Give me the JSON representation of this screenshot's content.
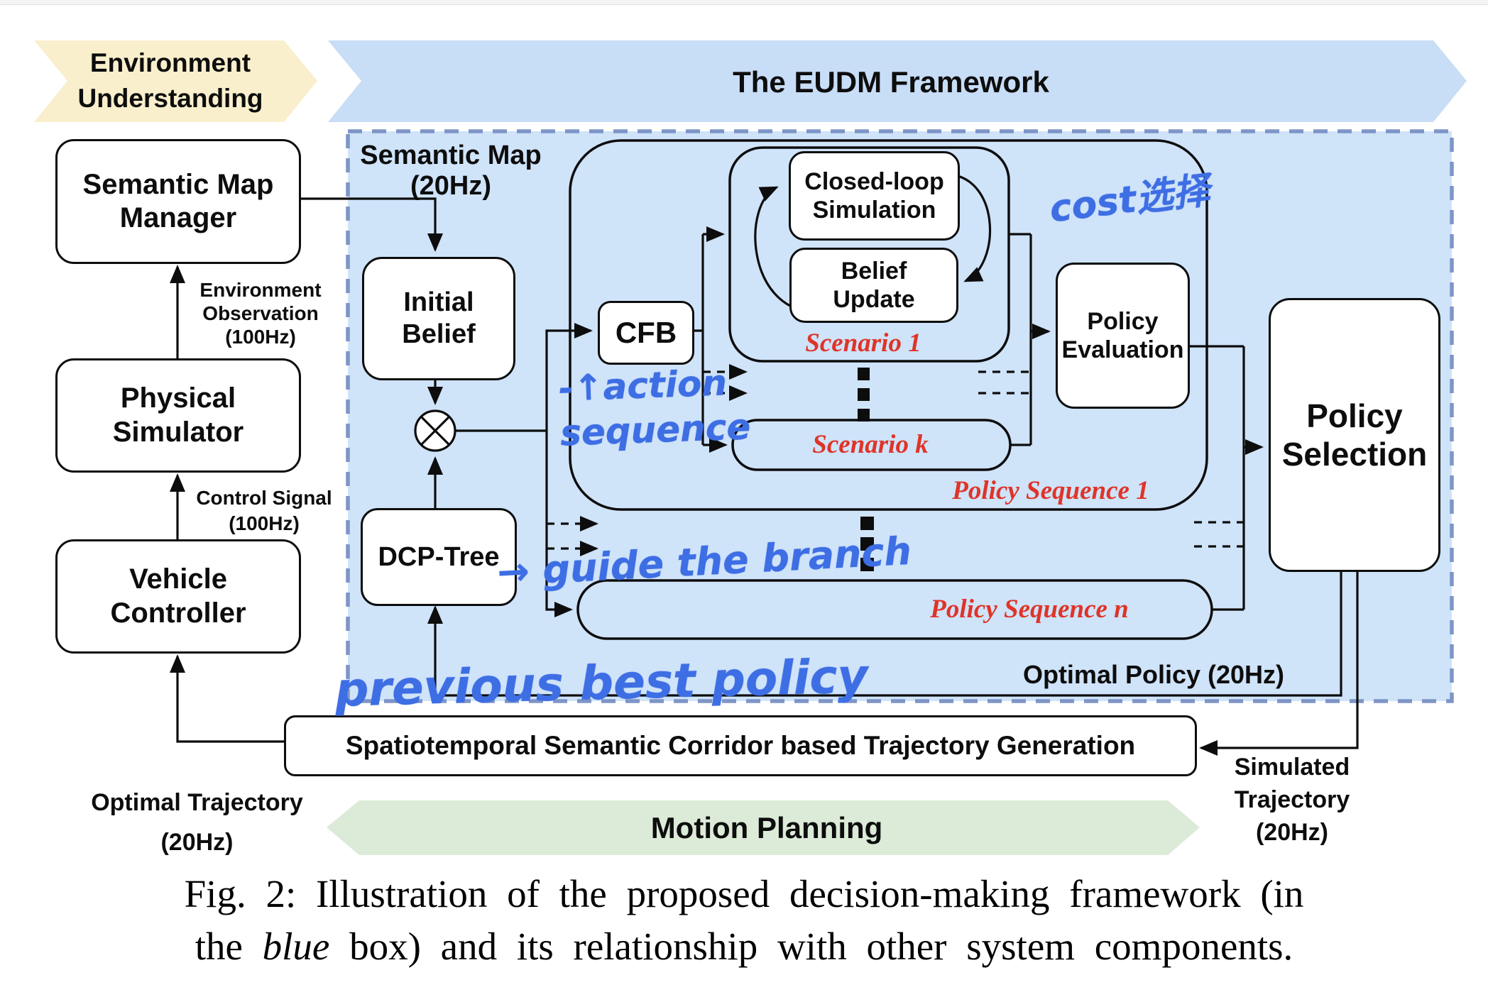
{
  "banners": {
    "env_understanding": "Environment\nUnderstanding",
    "eudm_framework": "The EUDM Framework",
    "motion_planning": "Motion Planning"
  },
  "left_column": {
    "semantic_map_manager": "Semantic Map\nManager",
    "physical_simulator": "Physical\nSimulator",
    "vehicle_controller": "Vehicle\nController",
    "env_observation": "Environment\nObservation\n(100Hz)",
    "control_signal": "Control Signal\n(100Hz)",
    "optimal_trajectory": "Optimal Trajectory\n(20Hz)"
  },
  "framework": {
    "semantic_map": "Semantic Map\n(20Hz)",
    "initial_belief": "Initial\nBelief",
    "dcp_tree": "DCP-Tree",
    "cfb": "CFB",
    "closed_loop_simulation": "Closed-loop\nSimulation",
    "belief_update": "Belief\nUpdate",
    "scenario_1": "Scenario 1",
    "scenario_k": "Scenario k",
    "policy_evaluation": "Policy\nEvaluation",
    "policy_selection": "Policy\nSelection",
    "policy_sequence_1": "Policy Sequence 1",
    "policy_sequence_n": "Policy Sequence n",
    "optimal_policy": "Optimal Policy (20Hz)"
  },
  "bottom": {
    "trajectory_generation": "Spatiotemporal Semantic Corridor based Trajectory Generation",
    "simulated_trajectory": "Simulated\nTrajectory\n(20Hz)"
  },
  "annotations": {
    "cost_label": "cost选择",
    "action_sequence": "-↑action\nsequence",
    "guide_branch": "→ guide the branch",
    "previous_best": "previous best policy"
  },
  "caption": {
    "line1": "Fig. 2: Illustration of the proposed decision-making framework (in",
    "line2_pre": "the ",
    "line2_italic": "blue",
    "line2_post": " box) and its relationship with other system components."
  },
  "colors": {
    "framework_fill": "#cfe3f9",
    "framework_border": "#7e95c6",
    "banner_blue": "#c8ddf6",
    "banner_yellow": "#f9efcc",
    "banner_green": "#dcead8",
    "label_red": "#df3428",
    "handwriting_blue": "#3e6ee4",
    "line_black": "#0d0d0d"
  }
}
